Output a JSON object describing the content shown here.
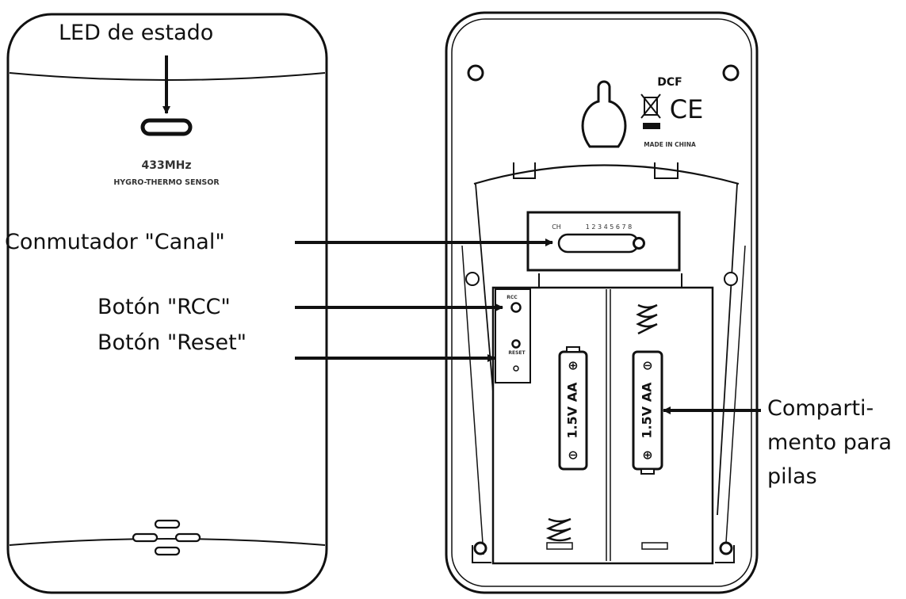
{
  "labels": {
    "led": "LED de estado",
    "channel_switch": "Conmutador \"Canal\"",
    "rcc_button": "Botón \"RCC\"",
    "reset_button": "Botón \"Reset\"",
    "battery_line1": "Comparti-",
    "battery_line2": "mento para",
    "battery_line3": "pilas"
  },
  "front_device": {
    "frequency": "433MHz",
    "sensor_name": "HYGRO-THERMO SENSOR"
  },
  "back_device": {
    "dcf": "DCF",
    "ce_mark": "CE",
    "made_in": "MADE IN CHINA",
    "channel_prefix": "CH",
    "channel_numbers": "1 2 3 4 5 6 7 8",
    "rcc_small": "RCC",
    "reset_small": "RESET",
    "battery_text": "1.5V AA"
  }
}
